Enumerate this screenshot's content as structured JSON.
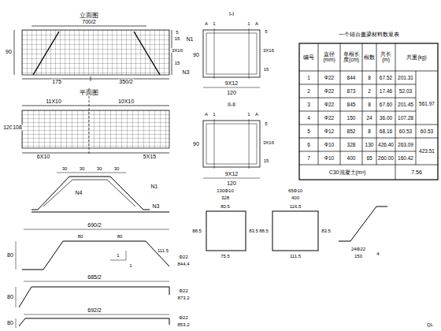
{
  "diagram": {
    "labels": [
      "立面图",
      "700/2",
      "90",
      "5",
      "15",
      "3X16",
      "15",
      "N1",
      "N3",
      "175",
      "350/2",
      "平面图",
      "11X10",
      "10X10",
      "120",
      "108",
      "6X10",
      "5X15",
      "30",
      "30",
      "30",
      "30",
      "N1",
      "N4",
      "N3",
      "690/2",
      "80",
      "80",
      "80",
      "111.5",
      "1",
      "1",
      "Φ22",
      "844.4",
      "685/2",
      "80",
      "Φ22",
      "873.2",
      "692/2",
      "80",
      "Φ22",
      "853.2",
      "I-I",
      "A",
      "1",
      "1",
      "A",
      "90",
      "5",
      "3X16",
      "15",
      "9X12",
      "120",
      "II-II",
      "A",
      "1",
      "1",
      "A",
      "90",
      "5",
      "3X16",
      "15",
      "9X12",
      "120",
      "130Φ10",
      "328",
      "80.5",
      "88.5",
      "83.5",
      "75.5",
      "65Φ10",
      "400",
      "116.5",
      "88.5",
      "83.5",
      "111.5",
      "24Φ22",
      "150",
      "4",
      "一个锚台盖梁材料数量表",
      "编号",
      "直径(mm)",
      "单根长度(cm)",
      "根数",
      "共长(m)",
      "共重(kg)",
      "1",
      "Φ22",
      "844",
      "8",
      "67.52",
      "201.31",
      "2",
      "Φ22",
      "873",
      "2",
      "17.46",
      "52.03",
      "3",
      "Φ22",
      "845",
      "8",
      "67.60",
      "201.45",
      "4",
      "Φ22",
      "150",
      "24",
      "36.00",
      "107.28",
      "5",
      "Φ12",
      "852",
      "8",
      "68.16",
      "60.53",
      "6",
      "Φ10",
      "328",
      "130",
      "426.40",
      "263.09",
      "7",
      "Φ10",
      "400",
      "65",
      "260.00",
      "160.42",
      "561.97",
      "60.53",
      "423.51",
      "C30混凝土(m³)",
      "7.56",
      "QL"
    ]
  }
}
